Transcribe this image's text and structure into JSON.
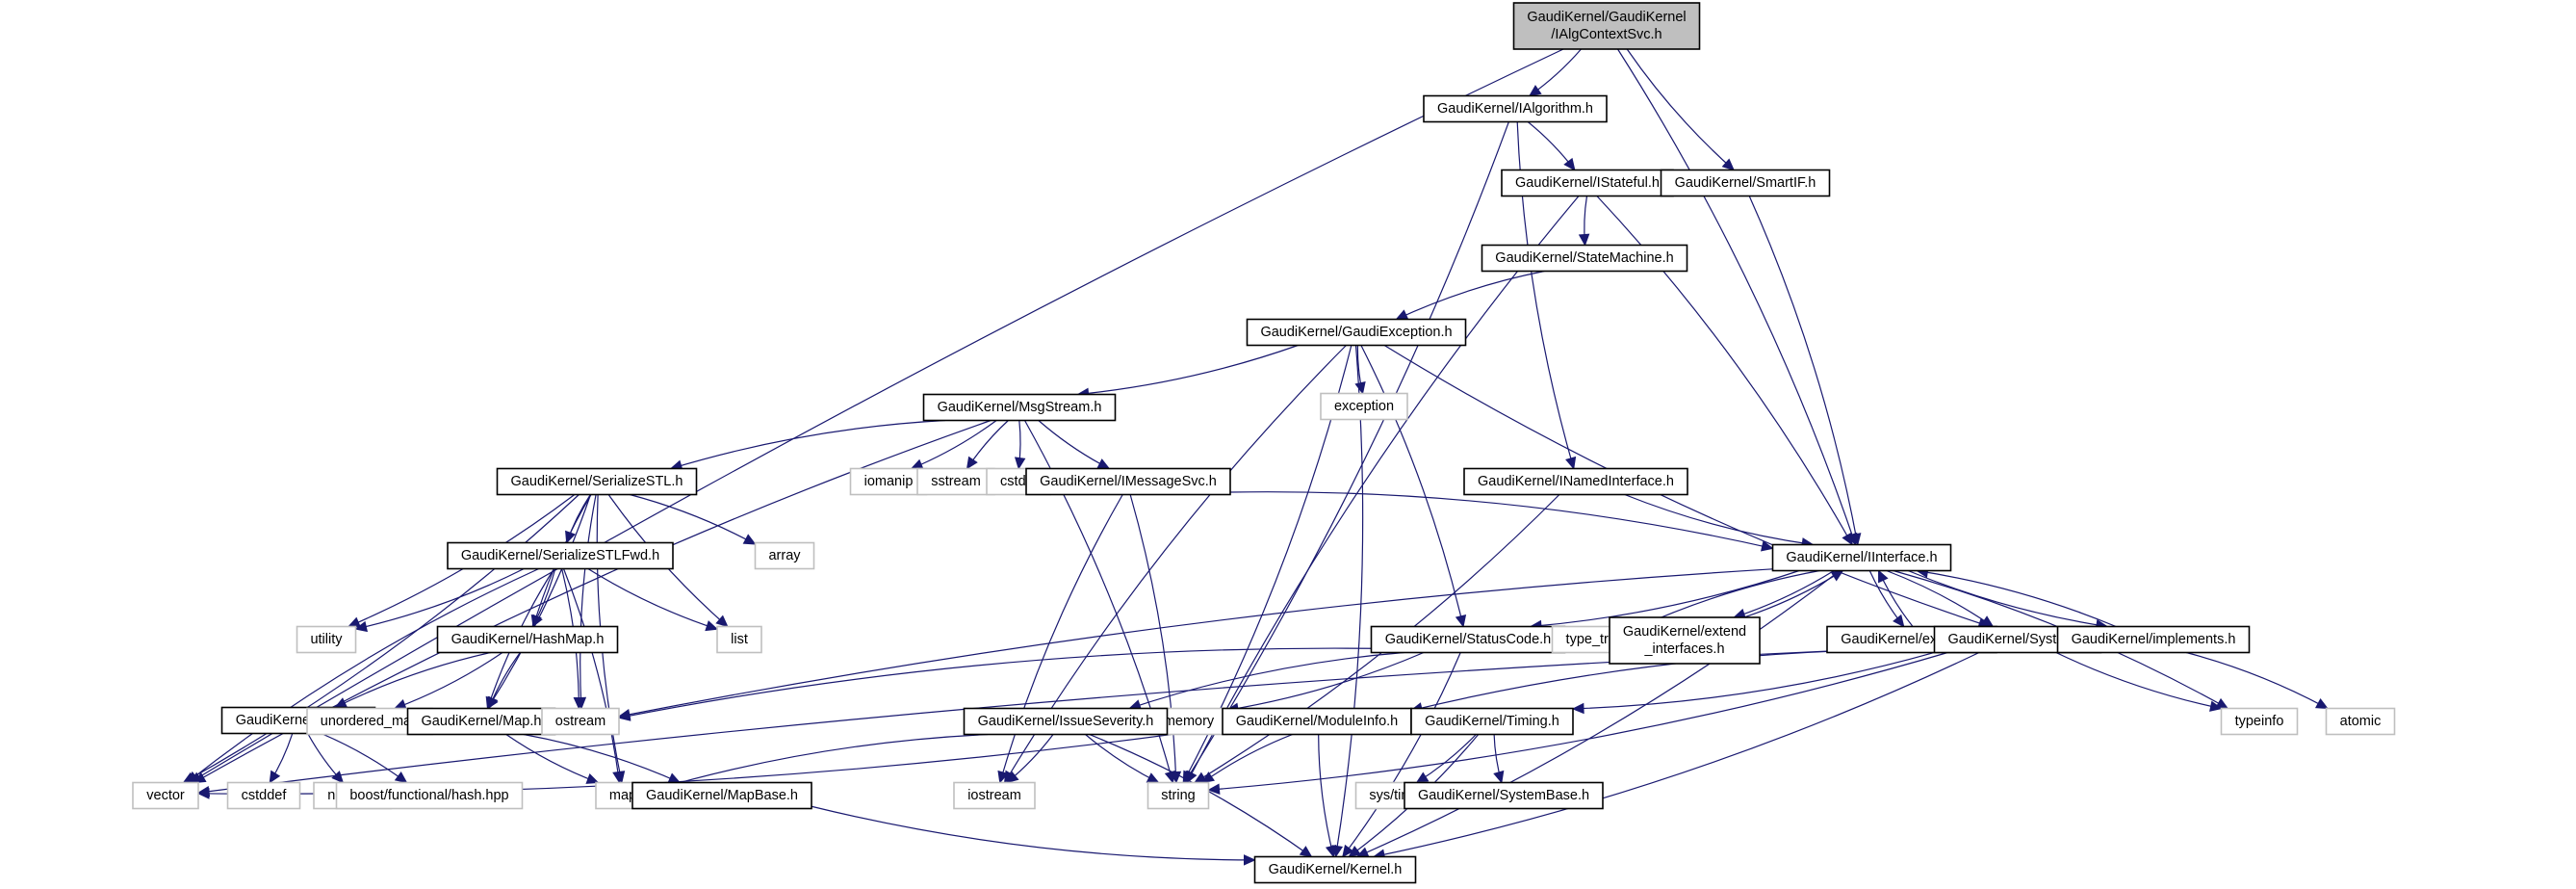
{
  "title": "GaudiKernel/GaudiKernel/IAlgContextSvc.h include dependency graph",
  "colors": {
    "edge": "#191970",
    "root_fill": "#bfbfbf",
    "internal_border": "#000000",
    "external_border": "#bfbfbf"
  },
  "nodes": [
    {
      "id": "root",
      "label": [
        "GaudiKernel/GaudiKernel",
        "/IAlgContextSvc.h"
      ],
      "kind": "root"
    },
    {
      "id": "IAlgorithm",
      "label": [
        "GaudiKernel/IAlgorithm.h"
      ],
      "kind": "internal"
    },
    {
      "id": "IStateful",
      "label": [
        "GaudiKernel/IStateful.h"
      ],
      "kind": "internal"
    },
    {
      "id": "SmartIF",
      "label": [
        "GaudiKernel/SmartIF.h"
      ],
      "kind": "internal"
    },
    {
      "id": "StateMachine",
      "label": [
        "GaudiKernel/StateMachine.h"
      ],
      "kind": "internal"
    },
    {
      "id": "GaudiException",
      "label": [
        "GaudiKernel/GaudiException.h"
      ],
      "kind": "internal"
    },
    {
      "id": "exception",
      "label": [
        "exception"
      ],
      "kind": "external"
    },
    {
      "id": "MsgStream",
      "label": [
        "GaudiKernel/MsgStream.h"
      ],
      "kind": "internal"
    },
    {
      "id": "iomanip",
      "label": [
        "iomanip"
      ],
      "kind": "external"
    },
    {
      "id": "sstream",
      "label": [
        "sstream"
      ],
      "kind": "external"
    },
    {
      "id": "cstdio",
      "label": [
        "cstdio"
      ],
      "kind": "external"
    },
    {
      "id": "IMessageSvc",
      "label": [
        "GaudiKernel/IMessageSvc.h"
      ],
      "kind": "internal"
    },
    {
      "id": "INamedInterface",
      "label": [
        "GaudiKernel/INamedInterface.h"
      ],
      "kind": "internal"
    },
    {
      "id": "SerializeSTL",
      "label": [
        "GaudiKernel/SerializeSTL.h"
      ],
      "kind": "internal"
    },
    {
      "id": "array",
      "label": [
        "array"
      ],
      "kind": "external"
    },
    {
      "id": "SerializeSTLFwd",
      "label": [
        "GaudiKernel/SerializeSTLFwd.h"
      ],
      "kind": "internal"
    },
    {
      "id": "utility",
      "label": [
        "utility"
      ],
      "kind": "external"
    },
    {
      "id": "list",
      "label": [
        "list"
      ],
      "kind": "external"
    },
    {
      "id": "HashMap",
      "label": [
        "GaudiKernel/HashMap.h"
      ],
      "kind": "internal"
    },
    {
      "id": "IInterface",
      "label": [
        "GaudiKernel/IInterface.h"
      ],
      "kind": "internal"
    },
    {
      "id": "StatusCode",
      "label": [
        "GaudiKernel/StatusCode.h"
      ],
      "kind": "internal"
    },
    {
      "id": "type_traits",
      "label": [
        "type_traits"
      ],
      "kind": "external"
    },
    {
      "id": "extend_interfaces",
      "label": [
        "GaudiKernel/extend",
        "_interfaces.h"
      ],
      "kind": "internal"
    },
    {
      "id": "extends",
      "label": [
        "GaudiKernel/extends.h"
      ],
      "kind": "internal"
    },
    {
      "id": "System",
      "label": [
        "GaudiKernel/System.h"
      ],
      "kind": "internal"
    },
    {
      "id": "implements",
      "label": [
        "GaudiKernel/implements.h"
      ],
      "kind": "internal"
    },
    {
      "id": "Hash",
      "label": [
        "GaudiKernel/Hash.h"
      ],
      "kind": "internal"
    },
    {
      "id": "unordered_map",
      "label": [
        "unordered_map"
      ],
      "kind": "external"
    },
    {
      "id": "Map",
      "label": [
        "GaudiKernel/Map.h"
      ],
      "kind": "internal"
    },
    {
      "id": "ostream",
      "label": [
        "ostream"
      ],
      "kind": "external"
    },
    {
      "id": "memory",
      "label": [
        "memory"
      ],
      "kind": "external"
    },
    {
      "id": "IssueSeverity",
      "label": [
        "GaudiKernel/IssueSeverity.h"
      ],
      "kind": "internal"
    },
    {
      "id": "ModuleInfo",
      "label": [
        "GaudiKernel/ModuleInfo.h"
      ],
      "kind": "internal"
    },
    {
      "id": "Timing",
      "label": [
        "GaudiKernel/Timing.h"
      ],
      "kind": "internal"
    },
    {
      "id": "typeinfo",
      "label": [
        "typeinfo"
      ],
      "kind": "external"
    },
    {
      "id": "atomic",
      "label": [
        "atomic"
      ],
      "kind": "external"
    },
    {
      "id": "vector",
      "label": [
        "vector"
      ],
      "kind": "external"
    },
    {
      "id": "cstddef",
      "label": [
        "cstddef"
      ],
      "kind": "external"
    },
    {
      "id": "numeric",
      "label": [
        "numeric"
      ],
      "kind": "external"
    },
    {
      "id": "boost_hash",
      "label": [
        "boost/functional/hash.hpp"
      ],
      "kind": "external"
    },
    {
      "id": "map",
      "label": [
        "map"
      ],
      "kind": "external"
    },
    {
      "id": "MapBase",
      "label": [
        "GaudiKernel/MapBase.h"
      ],
      "kind": "internal"
    },
    {
      "id": "iostream",
      "label": [
        "iostream"
      ],
      "kind": "external"
    },
    {
      "id": "string",
      "label": [
        "string"
      ],
      "kind": "external"
    },
    {
      "id": "sys_time",
      "label": [
        "sys/time.h"
      ],
      "kind": "external"
    },
    {
      "id": "SystemBase",
      "label": [
        "GaudiKernel/SystemBase.h"
      ],
      "kind": "internal"
    },
    {
      "id": "Kernel",
      "label": [
        "GaudiKernel/Kernel.h"
      ],
      "kind": "internal"
    }
  ],
  "edges": [
    [
      "root",
      "IAlgorithm"
    ],
    [
      "root",
      "SmartIF"
    ],
    [
      "root",
      "IInterface"
    ],
    [
      "root",
      "vector"
    ],
    [
      "IAlgorithm",
      "IStateful"
    ],
    [
      "IAlgorithm",
      "INamedInterface"
    ],
    [
      "IAlgorithm",
      "string"
    ],
    [
      "IStateful",
      "StateMachine"
    ],
    [
      "IStateful",
      "IInterface"
    ],
    [
      "IStateful",
      "string"
    ],
    [
      "SmartIF",
      "IInterface"
    ],
    [
      "StateMachine",
      "GaudiException"
    ],
    [
      "GaudiException",
      "MsgStream"
    ],
    [
      "GaudiException",
      "exception"
    ],
    [
      "GaudiException",
      "StatusCode"
    ],
    [
      "GaudiException",
      "System"
    ],
    [
      "GaudiException",
      "string"
    ],
    [
      "GaudiException",
      "iostream"
    ],
    [
      "GaudiException",
      "Kernel"
    ],
    [
      "MsgStream",
      "SerializeSTL"
    ],
    [
      "MsgStream",
      "iomanip"
    ],
    [
      "MsgStream",
      "sstream"
    ],
    [
      "MsgStream",
      "cstdio"
    ],
    [
      "MsgStream",
      "IMessageSvc"
    ],
    [
      "MsgStream",
      "string"
    ],
    [
      "MsgStream",
      "vector"
    ],
    [
      "IMessageSvc",
      "IInterface"
    ],
    [
      "IMessageSvc",
      "iostream"
    ],
    [
      "IMessageSvc",
      "string"
    ],
    [
      "INamedInterface",
      "IInterface"
    ],
    [
      "INamedInterface",
      "string"
    ],
    [
      "SerializeSTL",
      "SerializeSTLFwd"
    ],
    [
      "SerializeSTL",
      "array"
    ],
    [
      "SerializeSTL",
      "list"
    ],
    [
      "SerializeSTL",
      "utility"
    ],
    [
      "SerializeSTL",
      "HashMap"
    ],
    [
      "SerializeSTL",
      "Map"
    ],
    [
      "SerializeSTL",
      "ostream"
    ],
    [
      "SerializeSTL",
      "vector"
    ],
    [
      "SerializeSTL",
      "map"
    ],
    [
      "SerializeSTLFwd",
      "utility"
    ],
    [
      "SerializeSTLFwd",
      "list"
    ],
    [
      "SerializeSTLFwd",
      "HashMap"
    ],
    [
      "SerializeSTLFwd",
      "Map"
    ],
    [
      "SerializeSTLFwd",
      "map"
    ],
    [
      "SerializeSTLFwd",
      "vector"
    ],
    [
      "SerializeSTLFwd",
      "ostream"
    ],
    [
      "HashMap",
      "Hash"
    ],
    [
      "HashMap",
      "unordered_map"
    ],
    [
      "HashMap",
      "Map"
    ],
    [
      "Hash",
      "cstddef"
    ],
    [
      "Hash",
      "numeric"
    ],
    [
      "Hash",
      "boost_hash"
    ],
    [
      "Map",
      "map"
    ],
    [
      "Map",
      "MapBase"
    ],
    [
      "MapBase",
      "Kernel"
    ],
    [
      "IInterface",
      "StatusCode"
    ],
    [
      "IInterface",
      "type_traits"
    ],
    [
      "IInterface",
      "extend_interfaces"
    ],
    [
      "IInterface",
      "extends"
    ],
    [
      "IInterface",
      "System"
    ],
    [
      "IInterface",
      "implements"
    ],
    [
      "IInterface",
      "typeinfo"
    ],
    [
      "IInterface",
      "ostream"
    ],
    [
      "IInterface",
      "Kernel"
    ],
    [
      "extend_interfaces",
      "IInterface"
    ],
    [
      "extends",
      "IInterface"
    ],
    [
      "implements",
      "IInterface"
    ],
    [
      "implements",
      "atomic"
    ],
    [
      "StatusCode",
      "IssueSeverity"
    ],
    [
      "StatusCode",
      "memory"
    ],
    [
      "StatusCode",
      "ostream"
    ],
    [
      "StatusCode",
      "Kernel"
    ],
    [
      "IssueSeverity",
      "string"
    ],
    [
      "IssueSeverity",
      "iostream"
    ],
    [
      "IssueSeverity",
      "map"
    ],
    [
      "IssueSeverity",
      "Kernel"
    ],
    [
      "System",
      "ModuleInfo"
    ],
    [
      "System",
      "Timing"
    ],
    [
      "System",
      "typeinfo"
    ],
    [
      "System",
      "string"
    ],
    [
      "System",
      "vector"
    ],
    [
      "System",
      "Kernel"
    ],
    [
      "ModuleInfo",
      "string"
    ],
    [
      "ModuleInfo",
      "vector"
    ],
    [
      "ModuleInfo",
      "Kernel"
    ],
    [
      "Timing",
      "sys_time"
    ],
    [
      "Timing",
      "SystemBase"
    ],
    [
      "Timing",
      "Kernel"
    ]
  ]
}
